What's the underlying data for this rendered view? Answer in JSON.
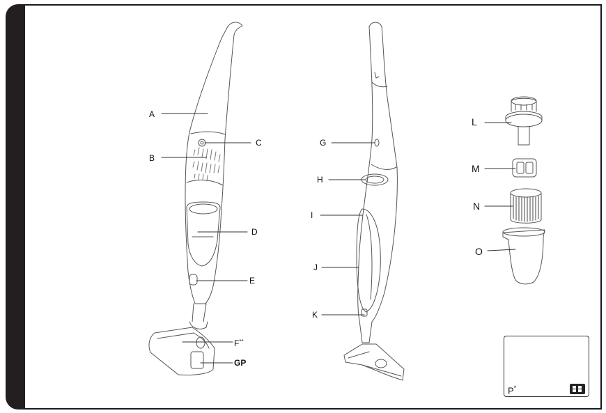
{
  "labels": {
    "a": "A",
    "b": "B",
    "c": "C",
    "d": "D",
    "e": "E",
    "f": "F",
    "f_sup": "**",
    "gp": "GP",
    "g": "G",
    "h": "H",
    "i": "I",
    "j": "J",
    "k": "K",
    "l": "L",
    "m": "M",
    "n": "N",
    "o": "O",
    "p": "P",
    "p_sup": "*"
  },
  "icons": {
    "inset_badge": "grid-icon"
  },
  "colors": {
    "ink": "#231f20",
    "line": "#555555"
  }
}
